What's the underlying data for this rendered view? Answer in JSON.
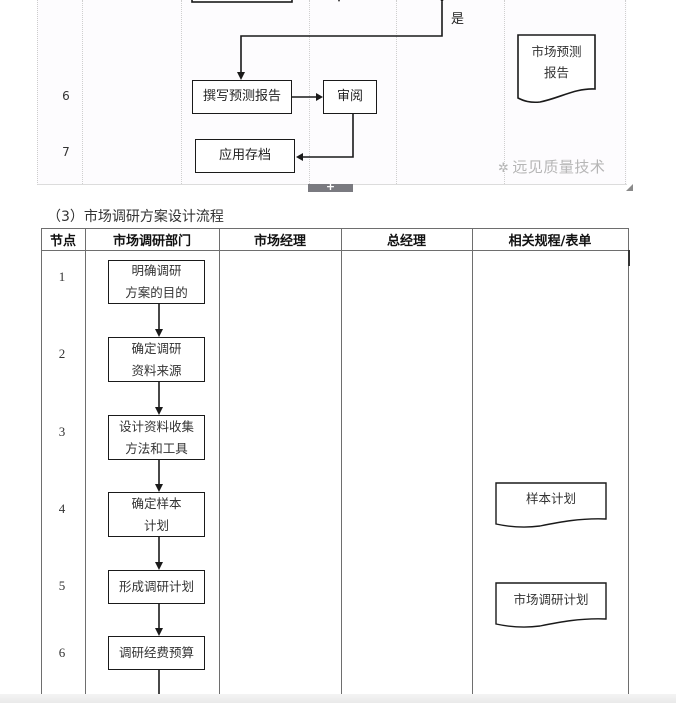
{
  "top_drawing": {
    "nodes": [
      {
        "number": "6"
      },
      {
        "number": "7"
      }
    ],
    "process_boxes": {
      "write_report": "撰写预测报告",
      "review": "审阅",
      "archive": "应用存档"
    },
    "yes_label": "是",
    "document": {
      "line1": "市场预测",
      "line2": "报告"
    },
    "watermark": "远见质量技术",
    "scroll_glyph": "+"
  },
  "section": {
    "title": "（3）市场调研方案设计流程"
  },
  "table": {
    "headers": [
      "节点",
      "市场调研部门",
      "市场经理",
      "总经理",
      "相关规程/表单"
    ],
    "rows": [
      {
        "node": "1",
        "step_line1": "明确调研",
        "step_line2": "方案的目的"
      },
      {
        "node": "2",
        "step_line1": "确定调研",
        "step_line2": "资料来源"
      },
      {
        "node": "3",
        "step_line1": "设计资料收集",
        "step_line2": "方法和工具"
      },
      {
        "node": "4",
        "step_line1": "确定样本",
        "step_line2": "计划",
        "document": "样本计划"
      },
      {
        "node": "5",
        "step_line1": "形成调研计划",
        "step_line2": "",
        "document": "市场调研计划"
      },
      {
        "node": "6",
        "step_line1": "调研经费预算",
        "step_line2": ""
      }
    ]
  }
}
